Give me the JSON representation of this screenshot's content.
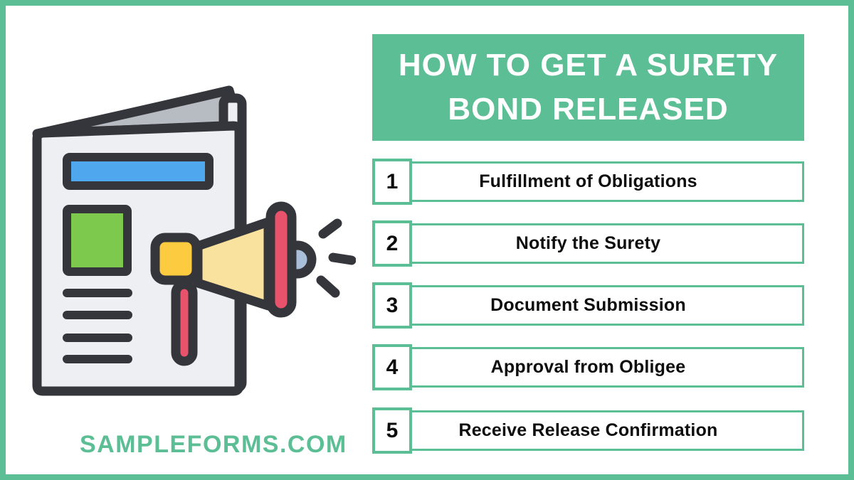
{
  "title": {
    "line1": "HOW TO GET A SURETY",
    "line2": "BOND RELEASED"
  },
  "steps": [
    {
      "number": "1",
      "label": "Fulfillment of Obligations"
    },
    {
      "number": "2",
      "label": "Notify the Surety"
    },
    {
      "number": "3",
      "label": "Document Submission"
    },
    {
      "number": "4",
      "label": "Approval from Obligee"
    },
    {
      "number": "5",
      "label": "Receive Release Confirmation"
    }
  ],
  "footer": {
    "brand": "SAMPLEFORMS.COM"
  },
  "colors": {
    "accent_green": "#5cbe94",
    "title_text": "#ffffff",
    "step_text": "#0d0d0d",
    "outline_dark": "#35363b",
    "page_gray": "#edeff2",
    "fold_gray": "#b7bcc2",
    "headline_blue": "#4fa7ee",
    "photo_green": "#7cc94e",
    "megaphone_yellow": "#fdcb3f",
    "cone_light_yellow": "#f9e19e",
    "megaphone_red": "#e8536b",
    "speaker_blue_gray": "#a9bfd9"
  },
  "illustration": {
    "name": "newspaper-with-megaphone"
  }
}
